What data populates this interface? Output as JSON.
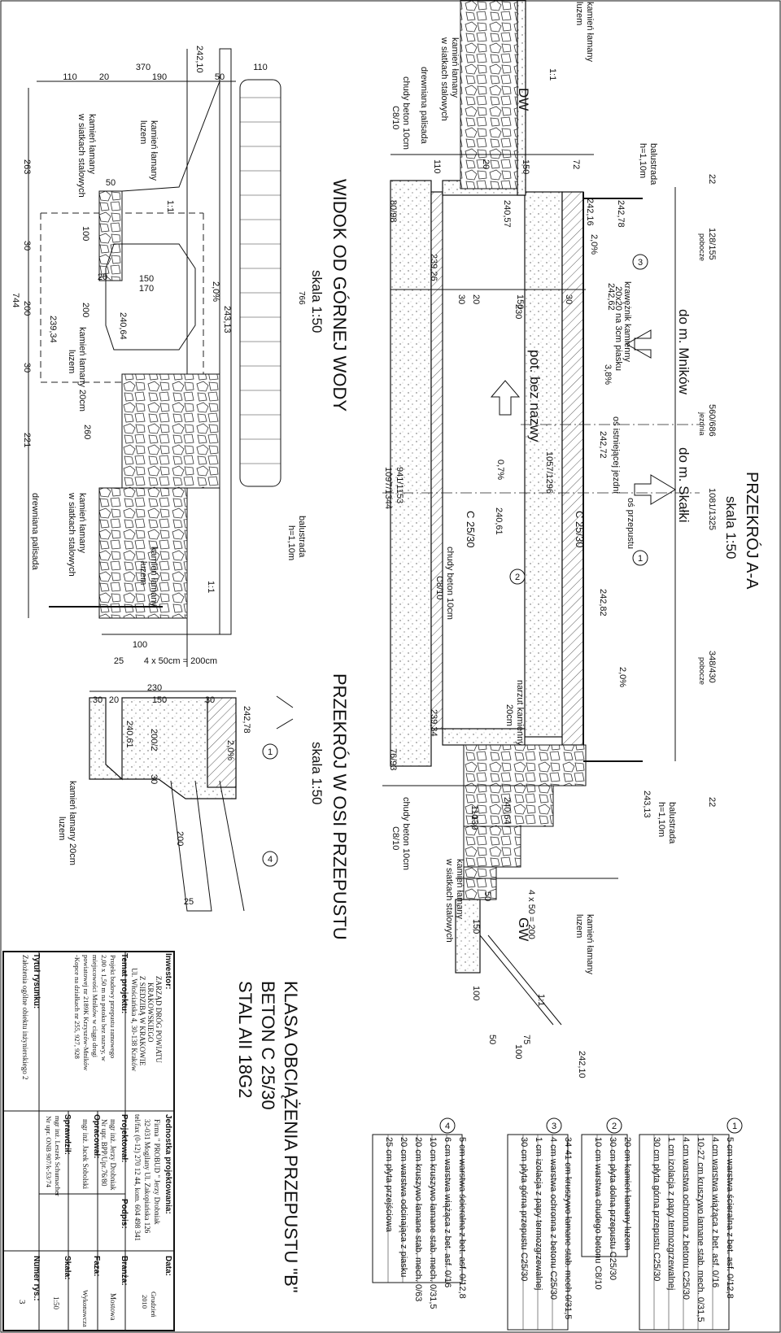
{
  "section_aa": {
    "title": "PRZEKRÓJ A-A",
    "scale": "skala 1:50",
    "to_mnikow": "do m. Mników",
    "to_skalki": "do m. Skałki",
    "stream": "pot. bez nazwy",
    "dw": "DW",
    "gw": "GW",
    "beton1": "C 25/30",
    "beton2": "C 25/30",
    "culvert_axis": "oś przepustu",
    "road_axis": "oś istniejącej jezdni",
    "kerb": "krawężnik kamienny",
    "kerb2": "20x20 na 3cm piasku",
    "slope1": "3,8%",
    "slope2": "2,0%",
    "slope3": "2,0%",
    "slope4": "0,7%",
    "dim_22a": "22",
    "dim_22b": "22",
    "ord_128": "128/155",
    "pob1": "pobocze",
    "ord_560": "560/686",
    "jezdnia": "jezdnia",
    "ord_1081": "1081/1325",
    "ord_348": "348/430",
    "pob2": "pobocze",
    "ord_1057": "1057/1296",
    "ord_941": "941/1153",
    "ord_1097": "1097/1344",
    "elev_242_78": "242,78",
    "elev_242_62": "242,62",
    "elev_242_72": "242,72",
    "elev_242_82": "242,82",
    "elev_243_13": "243,13",
    "elev_242_16": "242,16",
    "elev_240_57": "240,57",
    "elev_239_26": "239,26",
    "elev_240_61": "240,61",
    "elev_239_34": "239,34",
    "elev_240_64": "240,64",
    "elev_242_10": "242,10",
    "elev_80_98": "80/98",
    "elev_76_93": "76/93",
    "balustrada1": "balustrada",
    "balustrada1b": "h=1,10m",
    "balustrada2": "balustrada",
    "balustrada2b": "h=1,10m",
    "kamien1": "kamień łamany",
    "kamien1b": "luzem",
    "kamien2": "kamień łamany",
    "kamien2b": "w siatkach stalowych",
    "palisada": "drewniana palisada",
    "chudy1": "chudy beton 10cm",
    "chudy1b": "C8/10",
    "chudy2": "chudy beton 10cm",
    "chudy2b": "C8/10",
    "chudy3": "chudy beton 10cm",
    "chudy3b": "C8/10",
    "narzut": "narzut kamienny",
    "narzut_b": "20cm",
    "kamien3": "kamień łamany",
    "kamien3b": "w siatkach stalowych",
    "kamien4": "kamień łamany",
    "kamien4b": "luzem",
    "one_one_a": "1:1",
    "one_one_b": "1:1",
    "d110": "110",
    "d20": "20",
    "d150": "150",
    "d72": "72",
    "d30a": "30",
    "d20b": "20",
    "d150b": "150",
    "d30b": "30",
    "d230": "230",
    "d110b": "110",
    "d130": "130",
    "d50": "50",
    "d4x50": "4 x 50 = 200",
    "d150c": "150",
    "d100": "100",
    "d50b": "50",
    "d75": "75",
    "d100b": "100"
  },
  "upstream_view": {
    "title": "WIDOK OD GÓRNEJ WODY",
    "scale": "skala 1:50",
    "dim_766": "766",
    "d110": "110",
    "d20": "20",
    "d370": "370",
    "d190": "190",
    "d50": "50",
    "d110r": "110",
    "d263": "263",
    "d744": "744",
    "d30": "30",
    "d200": "200",
    "d30b": "30",
    "d221": "221",
    "d50b": "50",
    "d100": "100",
    "d20b": "20",
    "d150": "150",
    "d170": "170",
    "d200b": "200",
    "d260": "260",
    "d100b": "100",
    "d25": "25",
    "d4x50": "4 x 50cm = 200cm",
    "elev_242_10": "242,10",
    "elev_243_13": "243,13",
    "elev_240_64": "240,64",
    "elev_239_34": "239,34",
    "slope": "2,0%",
    "one_one": "1:1",
    "one_one_b": "1:1",
    "k1": "kamień łamany",
    "k1b": "w siatkach stalowych",
    "k2": "kamień łamany",
    "k2b": "luzem",
    "k3": "kamień łamany 20cm",
    "k3b": "luzem",
    "k4": "kamień łamany",
    "k4b": "w siatkach stalowych",
    "k5": "kamień łamany",
    "k5b": "luzem",
    "palisada": "drewniana palisada",
    "balustrada": "balustrada",
    "balustrada_b": "h=1,10m"
  },
  "axis_section": {
    "title": "PRZEKRÓJ W OSI PRZEPUSTU",
    "scale": "skala 1:50",
    "d230": "230",
    "d30": "30",
    "d20": "20",
    "d150": "150",
    "d30b": "30",
    "d200_2": "200/2",
    "d30c": "30",
    "d200": "200",
    "d25": "25",
    "elev_240_61": "240,61",
    "elev_242_78": "242,78",
    "slope": "2,0%",
    "k1": "kamień łamany 20cm",
    "k1b": "luzem",
    "m1": "1",
    "m4": "4"
  },
  "class_text": {
    "line1": "KLASA OBCIĄŻENIA PRZEPUSTU \"B\"",
    "line2": "BETON C 25/30",
    "line3": "STAL AII 18G2"
  },
  "layers": [
    {
      "num": "1",
      "items": [
        "5 cm warstwa ścieralna z bet. asf. 0/12,8",
        "4 cm warstwa wiążąca z bet. asf. 0/16",
        "10-27 cm kruszywo łamane stab. mech. 0/31,5",
        "4 cm warstwa ochronna z betonu C25/30",
        "1 cm izolacja z papy termozgrzewalnej",
        "30 cm płyta górna przepustu C25/30"
      ]
    },
    {
      "num": "2",
      "items": [
        "20 cm kamień łamany luzem",
        "30 cm płyta dolna przepustu C25/30",
        "10 cm warstwa chudego betonu C8/10"
      ]
    },
    {
      "num": "3",
      "items": [
        "34-41 cm kruszywo łamane stab. mech 0/31,5",
        "4 cm warstwa ochronna z betonu C25/30",
        "1 cm izolacja z papy termozgrzewalnej",
        "30 cm płyta górna przepustu C25/30"
      ]
    },
    {
      "num": "4",
      "items": [
        "5 cm warstwa ścieralna z bet. asf. 0/12,8",
        "6 cm warstwa wiążąca z bet. asf. 0/16",
        "10 cm kruszywo łamane stab. mech. 0/31,5",
        "20 cm kruszywo łamane stab. mech. 0/63",
        "20 cm warstwa odcinająca z piasku",
        "25 cm płyta przejściowa"
      ]
    }
  ],
  "title_block": {
    "inwestor_label": "Inwestor:",
    "inwestor": [
      "ZARZĄD DRÓG POWIATU",
      "KRAKOWSKIEGO",
      "Z SIEDZIBĄ W KRAKOWIE",
      "Ul. Włościańska 4, 30-138 Kraków"
    ],
    "jednostka_label": "Jednostka projektowania:",
    "jednostka": [
      "Firma \" PROBUD \" Jerzy Drobniak",
      "32-031 Mogilany Ul. Zakopiańska 126",
      "tel/fax (0-12) 270 12 44, kom. 604 498 341"
    ],
    "temat_label": "Temat projektu:",
    "temat": [
      "Projekt budowy przepustu ramowego",
      "2,00 x 1,50 m na potoku bez nazwy, w",
      "miejscowości Mników w ciągu drogi",
      "powiatowej nr 2189K Krzyszów-Mników",
      "-Kopce na działkach nr 255, 927, 928"
    ],
    "projektowal_label": "Projektował:",
    "projektowal": [
      "mgr inż. Jerzy Drobniak",
      "Nr upr. BPP/Upr.76/80"
    ],
    "opracowal_label": "Opracował:",
    "opracowal": [
      "mgr inż. Jacek Sobolski"
    ],
    "sprawdzil_label": "Sprawdził:",
    "sprawdzil": [
      "mgr inż. Leszek Schumacher",
      "Nr upr. ONB 907/k-53/74"
    ],
    "podpis_label": "Podpis:",
    "tytul_label": "Tytuł rysunku:",
    "tytul": "Założenia ogólne obiektu inżynierskiego 2",
    "data_label": "Data:",
    "data": [
      "Grudzień",
      "2010"
    ],
    "branza_label": "Branża:",
    "branza": "Mostowa",
    "faza_label": "Faza:",
    "faza": "Wykonawcza",
    "skala_label": "Skala:",
    "skala": "1:50",
    "numer_label": "Numer rys.:",
    "numer": "3"
  }
}
